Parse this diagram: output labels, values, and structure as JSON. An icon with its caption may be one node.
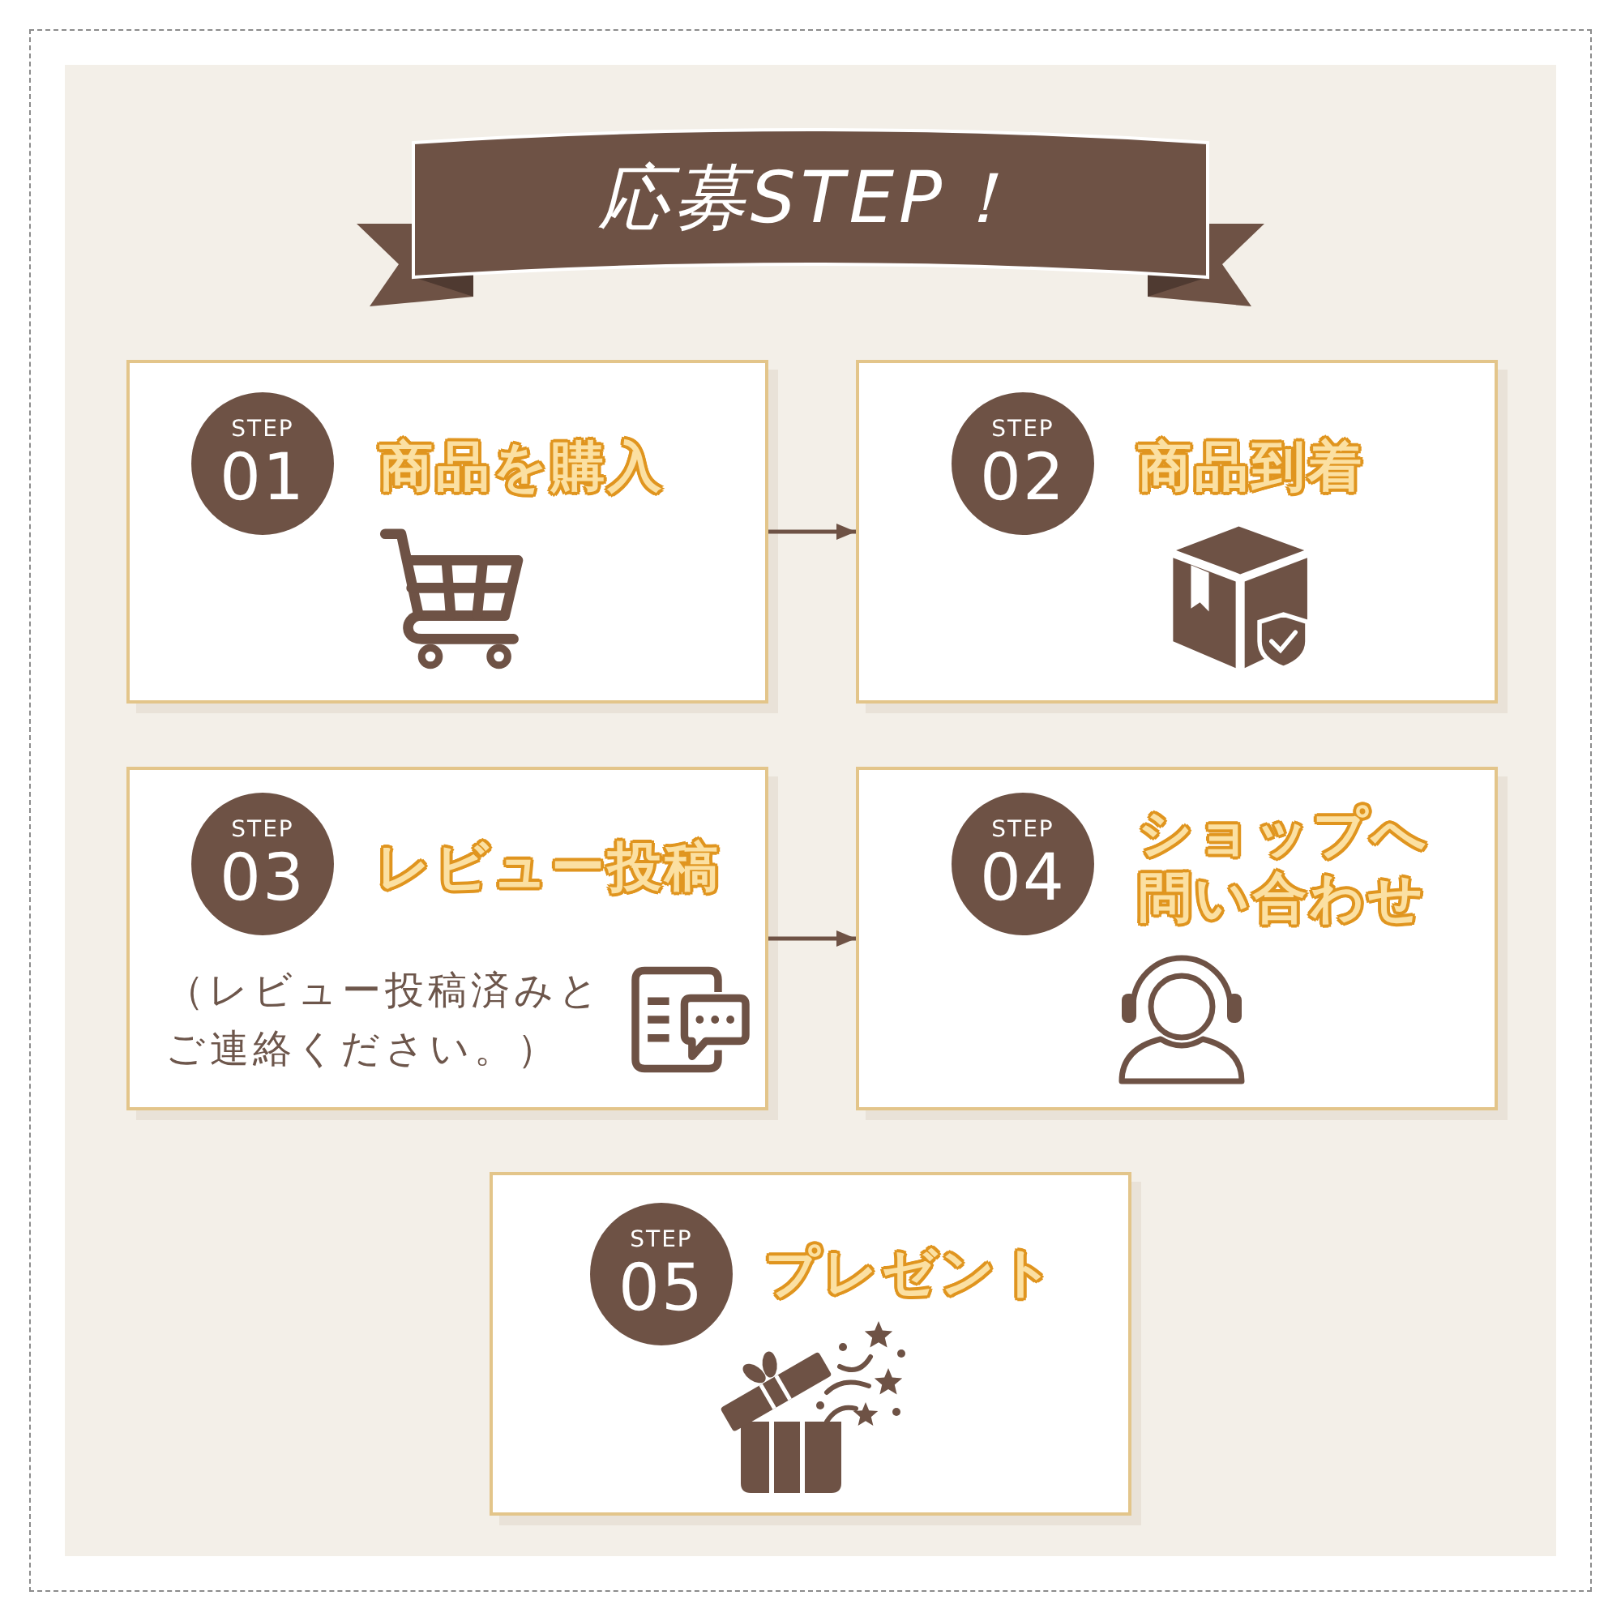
{
  "diagram": {
    "title": "応募STEP！",
    "nodes": [
      {
        "text": [
          "商品を購入"
        ]
      },
      {
        "text": [
          "STEP",
          "01"
        ],
        "in": 0
      },
      {
        "text": [
          "商品到着"
        ]
      },
      {
        "text": [
          "STEP",
          "02"
        ],
        "in": 2
      },
      {
        "text": [
          "レビュー投稿",
          "（レビュー投稿済みとご連絡ください。）"
        ]
      },
      {
        "text": [
          "STEP",
          "03"
        ],
        "in": 4
      },
      {
        "text": [
          "ショップへ問い合わせ"
        ]
      },
      {
        "text": [
          "STEP",
          "04"
        ],
        "in": 6
      },
      {
        "text": [
          "プレゼント"
        ]
      },
      {
        "text": [
          "STEP",
          "05"
        ],
        "in": 8
      }
    ],
    "edges": [
      {
        "from": 0,
        "to": 2,
        "arrow": "to"
      },
      {
        "from": 4,
        "to": 6,
        "arrow": "to"
      }
    ]
  }
}
